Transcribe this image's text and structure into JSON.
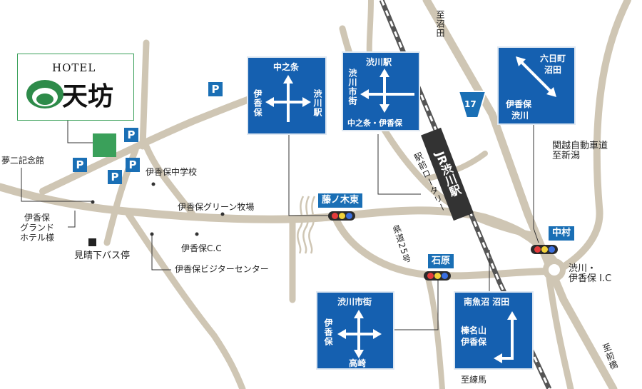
{
  "hotel": {
    "name_en": "HOTEL",
    "name_jp": "天坊"
  },
  "colors": {
    "road": "#cfc6b4",
    "sign": "#1560b0",
    "hotel_green": "#3aa05a",
    "badge": "#1a6fb5"
  },
  "parking": {
    "label": "P"
  },
  "places": {
    "yumeji": "夢二記念館",
    "grand_hotel": [
      "伊香保",
      "グランド",
      "ホテル様"
    ],
    "bus_stop": "見晴下バス停",
    "junior_high": "伊香保中学校",
    "green_ranch": "伊香保グリーン牧場",
    "cc": "伊香保C.C",
    "visitor_center": "伊香保ビジターセンター"
  },
  "intersections": {
    "funoki_east": "藤ノ木東",
    "ishihara": "石原",
    "nakamura": "中村"
  },
  "route": {
    "number": "17",
    "road_25": "県道25号"
  },
  "railway": {
    "station": "JR渋川駅",
    "rotary": "駅前ロータリー"
  },
  "destinations": {
    "numata_top": "至沼田",
    "kanetsu": [
      "関越自動車道",
      "至新潟"
    ],
    "shibukawa_ic": [
      "渋川・",
      "伊香保 I.C"
    ],
    "maebashi": "至前橋",
    "nerima": "至練馬"
  },
  "signs": {
    "s1": {
      "top": "中之条",
      "left": "伊香保",
      "right": "渋川駅"
    },
    "s2": {
      "top": "渋川駅",
      "left": "渋川市街",
      "bottom": "中之条・伊香保"
    },
    "s3": {
      "line1": "六日町",
      "line2": "沼田",
      "line3": "伊香保",
      "line4": "渋川"
    },
    "s4": {
      "top": "渋川市街",
      "left": "伊香保",
      "bottom": "高崎"
    },
    "s5": {
      "top": "南魚沼 沼田",
      "line2": "榛名山",
      "line3": "伊香保"
    }
  }
}
